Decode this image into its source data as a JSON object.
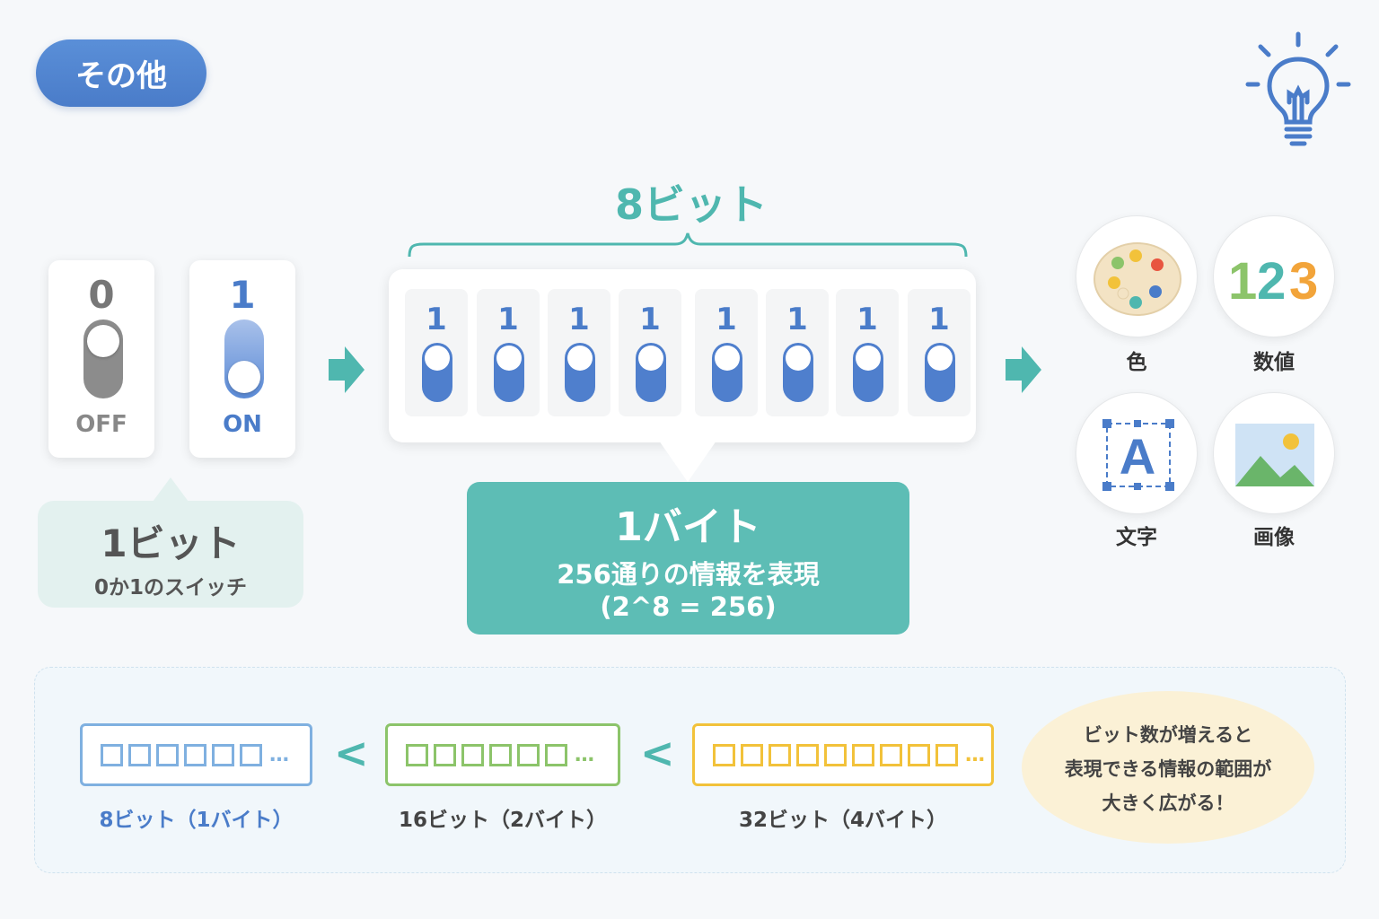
{
  "category": "その他",
  "single_bits": {
    "off": {
      "digit": "0",
      "label": "OFF"
    },
    "on": {
      "digit": "1",
      "label": "ON"
    }
  },
  "bit_bubble": {
    "title": "1ビット",
    "subtitle": "0か1のスイッチ"
  },
  "byte_header": "8ビット",
  "bits": [
    "1",
    "1",
    "1",
    "1",
    "1",
    "1",
    "1",
    "1"
  ],
  "byte_box": {
    "title": "1バイト",
    "line1": "256通りの情報を表現",
    "line2": "(2^8 = 256)"
  },
  "outputs": [
    {
      "label": "色",
      "icon": "palette-icon"
    },
    {
      "label": "数値",
      "icon": "numbers-icon",
      "text": "123"
    },
    {
      "label": "文字",
      "icon": "letter-icon",
      "text": "A"
    },
    {
      "label": "画像",
      "icon": "image-icon"
    }
  ],
  "sizes": [
    {
      "label": "8ビット（1バイト）",
      "color": "#7fb0e0",
      "text_color": "#4a7cc9",
      "squares": 6
    },
    {
      "label": "16ビット（2バイト）",
      "color": "#8cc46a",
      "text_color": "#444444",
      "squares": 6
    },
    {
      "label": "32ビット（4バイト）",
      "color": "#f2c23a",
      "text_color": "#444444",
      "squares": 9
    }
  ],
  "comparator": "<",
  "ellipsis": "…",
  "note": {
    "line1": "ビット数が増えると",
    "line2": "表現できる情報の範囲が",
    "line3": "大きく広がる！"
  },
  "colors": {
    "blue": "#4a7cc9",
    "teal": "#5dbdb5",
    "gray": "#8c8c8c"
  }
}
